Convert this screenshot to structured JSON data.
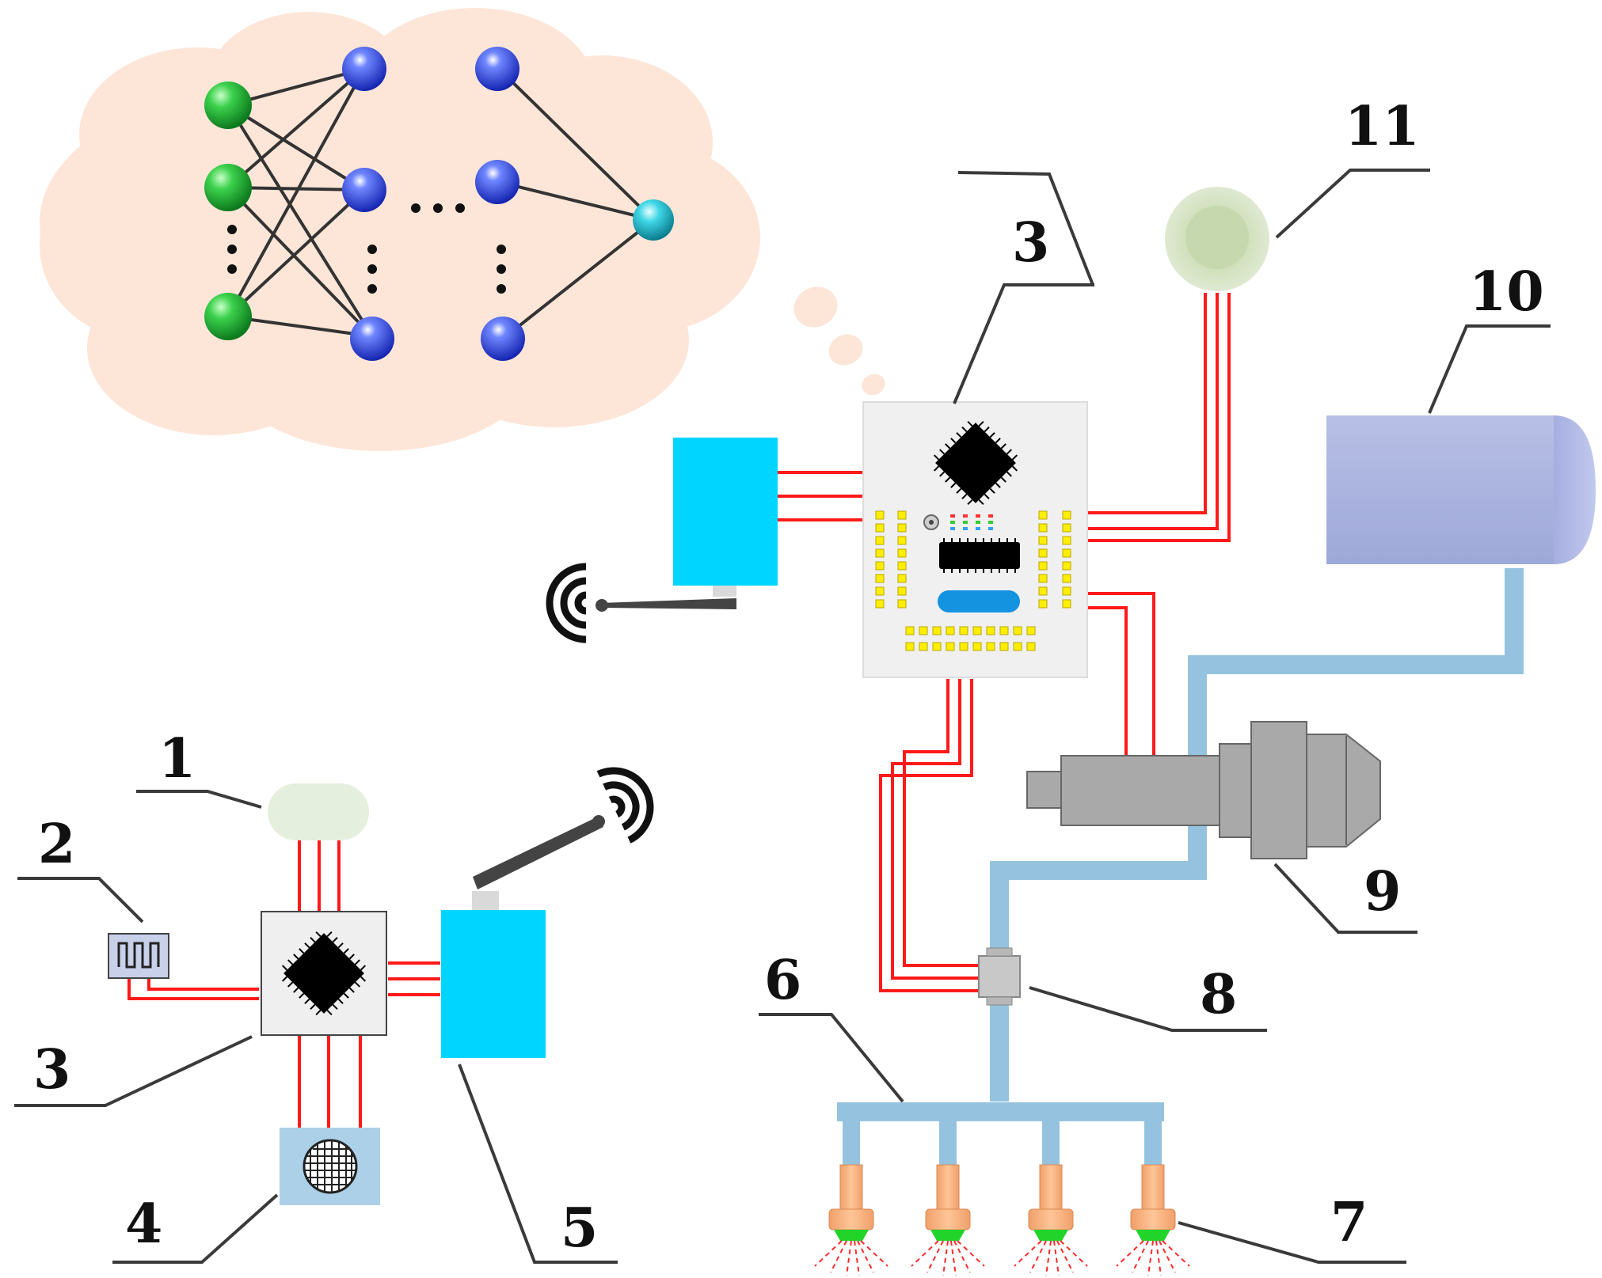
{
  "labels": {
    "sensor_node_1": "1",
    "sensor_node_2": "2",
    "controller_node_3": "3",
    "camera_node_4": "4",
    "wireless_module_5": "5",
    "manifold_6": "6",
    "nozzles_7": "7",
    "valve_8": "8",
    "pump_9": "9",
    "tank_10": "10",
    "gps_11": "11",
    "controller_main_3": "3"
  },
  "icons": {
    "wifi_left": "wifi-signal-icon",
    "wifi_right": "wifi-signal-icon",
    "chip": "microchip-icon",
    "neural_net": "neural-network-icon"
  },
  "colors": {
    "wire": "#ff1a1a",
    "pipe": "#95c3df",
    "wireless_module": "#00d5ff",
    "cloud": "#fde6d8",
    "input_node": "#22b33a",
    "hidden_node": "#2540e0",
    "output_node": "#1fb8c8",
    "tank": "#a9b4dc",
    "pump": "#a9a9a9"
  }
}
